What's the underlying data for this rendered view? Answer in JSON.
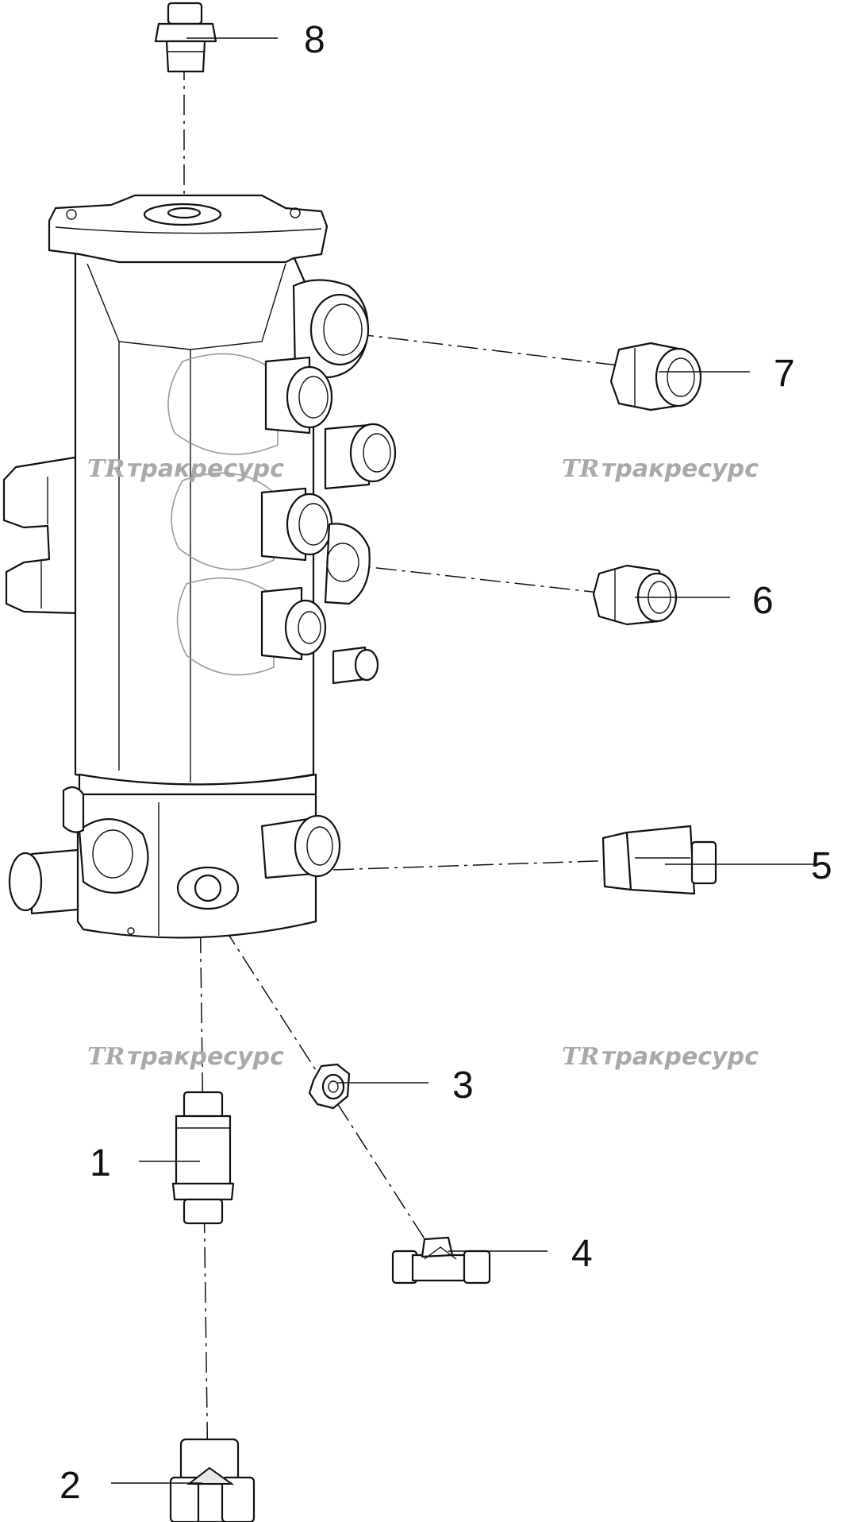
{
  "watermark": {
    "text": "тракресурс",
    "logo": "TR"
  },
  "callouts": [
    {
      "id": "1",
      "label": "1"
    },
    {
      "id": "2",
      "label": "2"
    },
    {
      "id": "3",
      "label": "3"
    },
    {
      "id": "4",
      "label": "4"
    },
    {
      "id": "5",
      "label": "5"
    },
    {
      "id": "6",
      "label": "6"
    },
    {
      "id": "7",
      "label": "7"
    },
    {
      "id": "8",
      "label": "8"
    }
  ]
}
